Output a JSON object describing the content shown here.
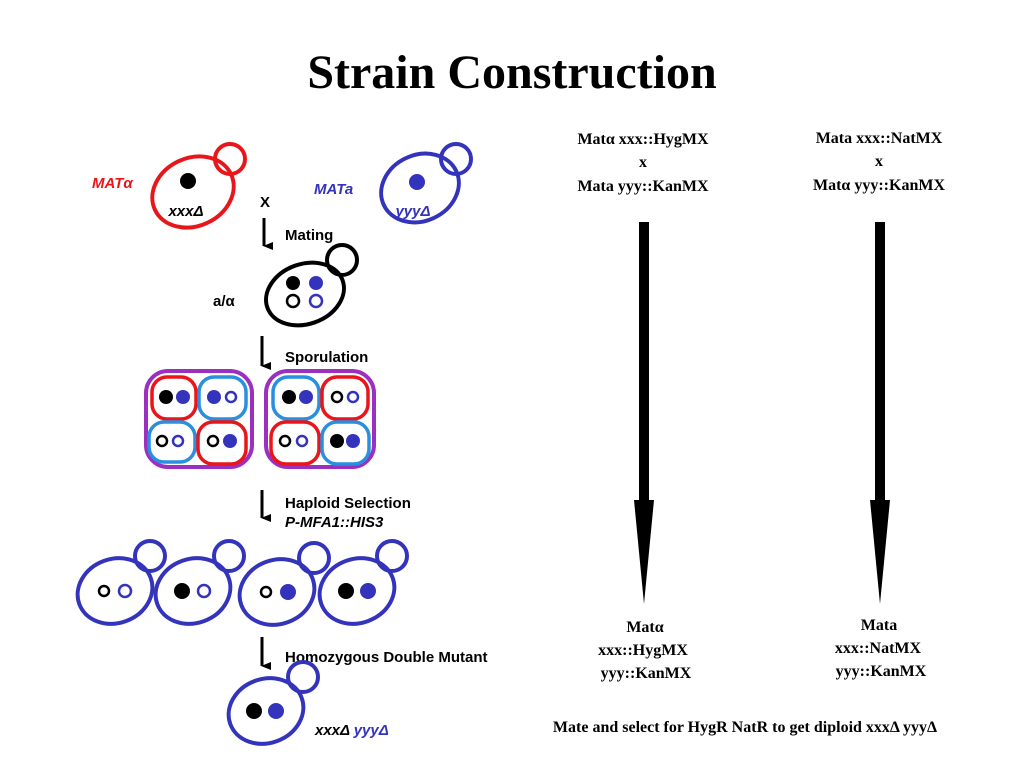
{
  "title": "Strain Construction",
  "left": {
    "parent1": {
      "mating_type": "MATα",
      "genotype": "xxxΔ"
    },
    "parent2": {
      "mating_type": "MATa",
      "genotype": "yyyΔ"
    },
    "cross_symbol": "X",
    "steps": {
      "mating": "Mating",
      "diploid_label": "a/α",
      "sporulation": "Sporulation",
      "haploid_selection": "Haploid Selection",
      "haploid_selection_marker": "P-MFA1::HIS3",
      "double_mutant": "Homozygous Double Mutant"
    },
    "final_genotype": {
      "part1": "xxxΔ",
      "part2": "yyyΔ"
    }
  },
  "right": {
    "cross1": {
      "line1": "Matα xxx::HygMX",
      "x": "x",
      "line2": "Mata yyy::KanMX",
      "result": [
        "Matα",
        "xxx::HygMX",
        "yyy::KanMX"
      ]
    },
    "cross2": {
      "line1": "Mata xxx::NatMX",
      "x": "x",
      "line2": "Matα yyy::KanMX",
      "result": [
        "Mata",
        "xxx::NatMX",
        "yyy::KanMX"
      ]
    },
    "footer": "Mate and select for HygR NatR to get diploid xxxΔ yyyΔ"
  },
  "colors": {
    "red": "#e8161b",
    "blue": "#3333bb",
    "light_blue": "#2a8fdf",
    "purple": "#9b2fc0",
    "black": "#000000"
  }
}
